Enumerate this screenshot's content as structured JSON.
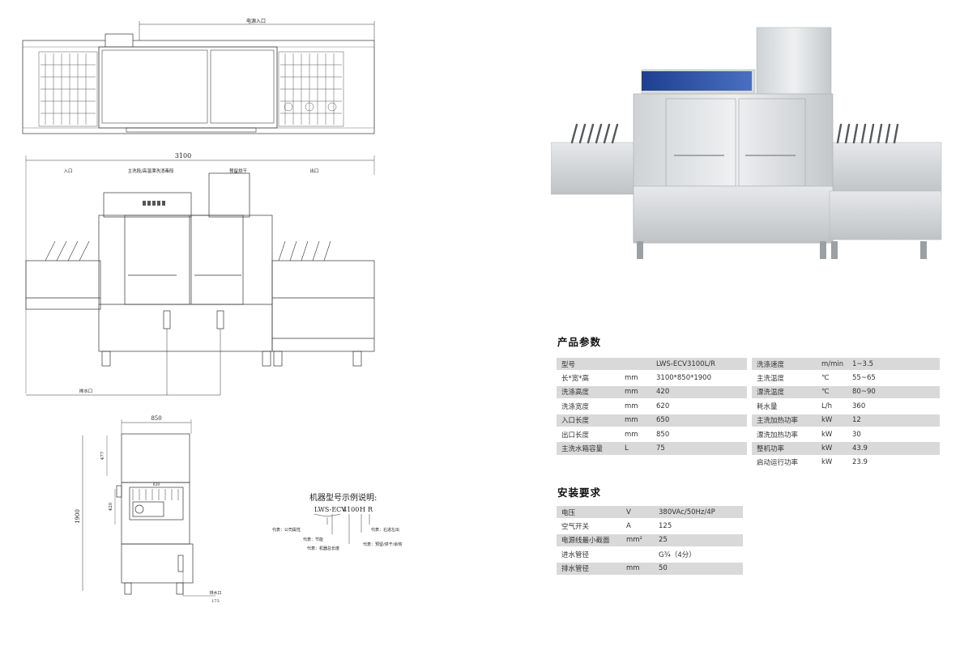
{
  "drawing": {
    "top_view_label": "电源入口",
    "front_overall_dim": "3100",
    "label_inlet": "入口",
    "label_main": "主洗段/高温漂洗消毒段",
    "label_dryer": "预留烘干",
    "label_outlet": "出口",
    "label_drain": "排水口",
    "side_dim_width": "850",
    "side_dim_height": "1900",
    "side_dim_top": "477",
    "side_dim_inner": "420",
    "side_dim_inner_width": "620",
    "side_dim_drain": "173",
    "side_label_drain": "排水口"
  },
  "model_legend": {
    "title": "机器型号示例说明:",
    "code_prefix": "LWS-ECV",
    "code_length": "4100",
    "code_h": "H",
    "code_r": "R",
    "note_company": "代表：公司属性",
    "note_energy": "代表：节能",
    "note_length": "代表：机器总长度",
    "note_direction": "代表：右进左出",
    "note_dry": "代表：预留/烘干/余热"
  },
  "sections": {
    "params_title": "产品参数",
    "install_title": "安装要求"
  },
  "params_left": [
    {
      "name": "型号",
      "unit": "",
      "value": "LWS-ECV3100L/R"
    },
    {
      "name": "长*宽*高",
      "unit": "mm",
      "value": "3100*850*1900"
    },
    {
      "name": "洗涤高度",
      "unit": "mm",
      "value": "420"
    },
    {
      "name": "洗涤宽度",
      "unit": "mm",
      "value": "620"
    },
    {
      "name": "入口长度",
      "unit": "mm",
      "value": "650"
    },
    {
      "name": "出口长度",
      "unit": "mm",
      "value": "850"
    },
    {
      "name": "主洗水箱容量",
      "unit": "L",
      "value": "75"
    }
  ],
  "params_right": [
    {
      "name": "洗涤速度",
      "unit": "m/min",
      "value": "1~3.5"
    },
    {
      "name": "主洗温度",
      "unit": "℃",
      "value": "55~65"
    },
    {
      "name": "漂洗温度",
      "unit": "℃",
      "value": "80~90"
    },
    {
      "name": "耗水量",
      "unit": "L/h",
      "value": "360"
    },
    {
      "name": "主洗加热功率",
      "unit": "kW",
      "value": "12"
    },
    {
      "name": "漂洗加热功率",
      "unit": "kW",
      "value": "30"
    },
    {
      "name": "整机功率",
      "unit": "kW",
      "value": "43.9"
    },
    {
      "name": "启动运行功率",
      "unit": "kW",
      "value": "23.9"
    }
  ],
  "install": [
    {
      "name": "电压",
      "unit": "V",
      "value": "380VAc/50Hz/4P"
    },
    {
      "name": "空气开关",
      "unit": "A",
      "value": "125"
    },
    {
      "name": "电源线最小截面",
      "unit": "mm²",
      "value": "25"
    },
    {
      "name": "进水管径",
      "unit": "",
      "value": "G¾（4分）"
    },
    {
      "name": "排水管径",
      "unit": "mm",
      "value": "50"
    }
  ]
}
